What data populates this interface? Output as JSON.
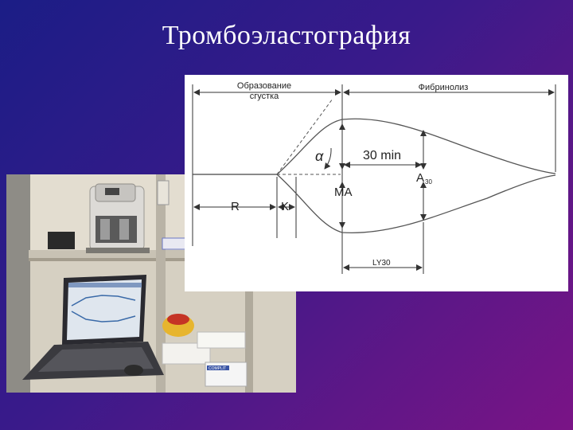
{
  "slide": {
    "title": "Тромбоэластография"
  },
  "diagram": {
    "phase_clot": [
      "Образование",
      "сгустка"
    ],
    "phase_fibrinolysis": "Фибринолиз",
    "angle_symbol": "α",
    "time_label": "30 min",
    "param_r": "R",
    "param_k": "K",
    "param_ma": "MA",
    "param_a30_main": "A",
    "param_a30_sub": "30",
    "param_ly30": "LY30"
  },
  "photo": {
    "description_icon": "lab-analyzer-photo",
    "box_label": "COMPLIT"
  }
}
